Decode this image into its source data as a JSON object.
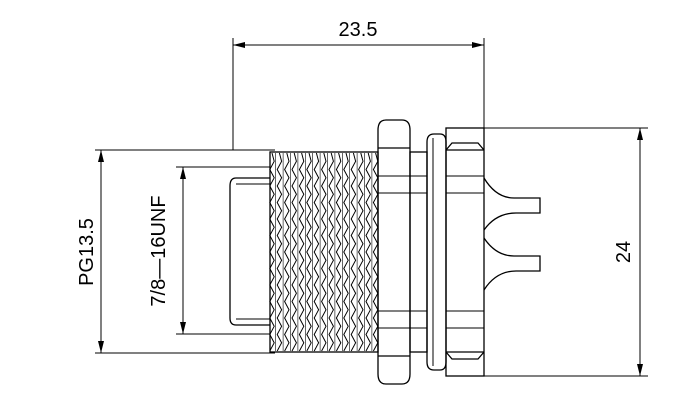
{
  "drawing": {
    "dimensions": {
      "overall_length": "23.5",
      "outer_thread": "PG13.5",
      "inner_thread": "7/8—16UNF",
      "housing_height": "24"
    }
  }
}
